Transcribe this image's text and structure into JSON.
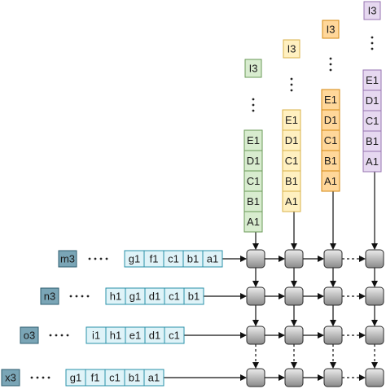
{
  "colors": {
    "row_fill": "#dff3f8",
    "row_stroke": "#2a90a8",
    "row_label_fill": "#7aa5b6",
    "row_label_stroke": "#2f5e70",
    "col_fills": [
      "#d8eccf",
      "#fff0c0",
      "#ffd79a",
      "#e6d8f0"
    ],
    "col_strokes": [
      "#6a9a57",
      "#d8b24a",
      "#d68a12",
      "#9673b0"
    ],
    "pe_fill_top": "#e8e8e8",
    "pe_fill_bottom": "#8f8f8f",
    "pe_stroke": "#2b2b2b",
    "arrow": "#111111"
  },
  "rows": [
    {
      "label": "m3",
      "cells": [
        "g1",
        "f1",
        "c1",
        "b1",
        "a1"
      ]
    },
    {
      "label": "n3",
      "cells": [
        "h1",
        "g1",
        "d1",
        "c1",
        "b1"
      ]
    },
    {
      "label": "o3",
      "cells": [
        "i1",
        "h1",
        "e1",
        "d1",
        "c1"
      ]
    },
    {
      "label": "x3",
      "cells": [
        "g1",
        "f1",
        "c1",
        "b1",
        "a1"
      ]
    }
  ],
  "columns": [
    {
      "top": "I3",
      "cells": [
        "E1",
        "D1",
        "C1",
        "B1",
        "A1"
      ]
    },
    {
      "top": "I3",
      "cells": [
        "E1",
        "D1",
        "C1",
        "B1",
        "A1"
      ]
    },
    {
      "top": "I3",
      "cells": [
        "E1",
        "D1",
        "C1",
        "B1",
        "A1"
      ]
    },
    {
      "top": "I3",
      "cells": [
        "E1",
        "D1",
        "C1",
        "B1",
        "A1"
      ]
    }
  ],
  "ellipsis": "• • • •",
  "vellipsis": "⋮"
}
